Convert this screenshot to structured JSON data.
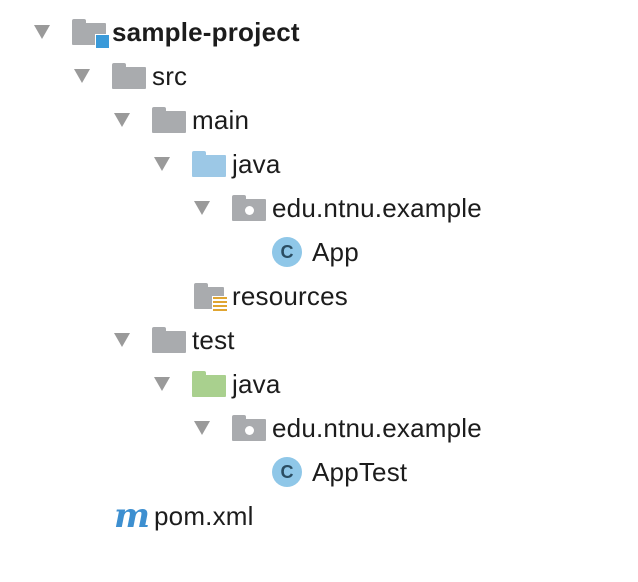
{
  "tree": {
    "project": {
      "label": "sample-project"
    },
    "src": {
      "label": "src"
    },
    "main": {
      "label": "main"
    },
    "main_java": {
      "label": "java"
    },
    "main_package": {
      "label": "edu.ntnu.example"
    },
    "app_class": {
      "label": "App",
      "icon_letter": "C"
    },
    "resources": {
      "label": "resources"
    },
    "test": {
      "label": "test"
    },
    "test_java": {
      "label": "java"
    },
    "test_package": {
      "label": "edu.ntnu.example"
    },
    "app_test_class": {
      "label": "AppTest",
      "icon_letter": "C"
    },
    "pom": {
      "label": "pom.xml",
      "icon_letter": "m"
    }
  },
  "colors": {
    "folder_gray": "#a9abae",
    "source_root_blue": "#9cc8e6",
    "test_root_green": "#a9d08e",
    "class_icon": "#8fc7e8",
    "maven_blue": "#3d8fd0"
  },
  "icons": {
    "expand": "chevron-down-icon",
    "folder": "folder-icon",
    "module": "module-folder-icon",
    "source_root": "source-root-folder-icon",
    "test_root": "test-root-folder-icon",
    "package": "package-icon",
    "resources": "resources-folder-icon",
    "class": "class-icon",
    "maven": "maven-icon"
  }
}
